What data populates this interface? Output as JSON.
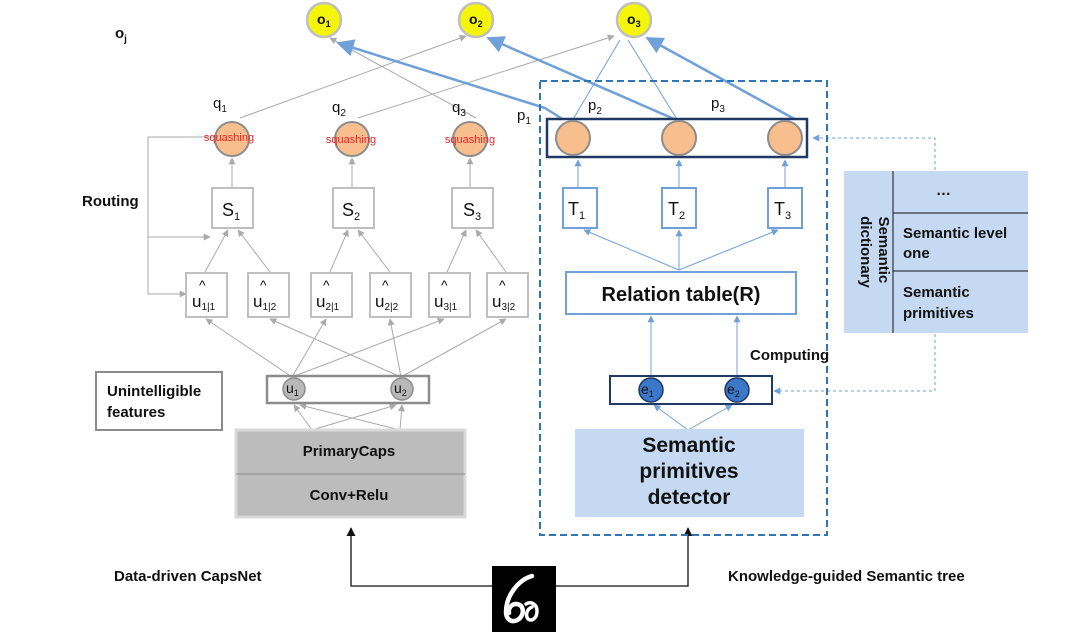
{
  "outputs": {
    "o_label": "o",
    "o_sub": "j",
    "nodes": [
      {
        "label": "o",
        "sub": "1"
      },
      {
        "label": "o",
        "sub": "2"
      },
      {
        "label": "o",
        "sub": "3"
      }
    ]
  },
  "capsnet": {
    "q": [
      {
        "label": "q",
        "sub": "1"
      },
      {
        "label": "q",
        "sub": "2"
      },
      {
        "label": "q",
        "sub": "3"
      }
    ],
    "squash": "squashing",
    "routing": "Routing",
    "s": [
      {
        "label": "S",
        "sub": "1"
      },
      {
        "label": "S",
        "sub": "2"
      },
      {
        "label": "S",
        "sub": "3"
      }
    ],
    "hat": "^",
    "u_hat": [
      {
        "label": "u",
        "sub": "1|1"
      },
      {
        "label": "u",
        "sub": "1|2"
      },
      {
        "label": "u",
        "sub": "2|1"
      },
      {
        "label": "u",
        "sub": "2|2"
      },
      {
        "label": "u",
        "sub": "3|1"
      },
      {
        "label": "u",
        "sub": "3|2"
      }
    ],
    "u": [
      {
        "label": "u",
        "sub": "1"
      },
      {
        "label": "u",
        "sub": "2"
      }
    ],
    "unintelligible": [
      "Unintelligible",
      "features"
    ],
    "primarycaps": "PrimaryCaps",
    "conv": "Conv+Relu",
    "caption": "Data-driven CapsNet"
  },
  "semtree": {
    "p": [
      {
        "label": "p",
        "sub": "1"
      },
      {
        "label": "p",
        "sub": "2"
      },
      {
        "label": "p",
        "sub": "3"
      }
    ],
    "t": [
      {
        "label": "T",
        "sub": "1"
      },
      {
        "label": "T",
        "sub": "2"
      },
      {
        "label": "T",
        "sub": "3"
      }
    ],
    "relation": "Relation table(R)",
    "computing": "Computing",
    "e": [
      {
        "label": "e",
        "sub": "1"
      },
      {
        "label": "e",
        "sub": "2"
      }
    ],
    "detector": [
      "Semantic",
      "primitives",
      "detector"
    ],
    "caption": "Knowledge-guided Semantic tree"
  },
  "dictionary": {
    "title": [
      "Semantic",
      "dictionary"
    ],
    "ellipsis": "…",
    "level": [
      "Semantic level",
      "one"
    ],
    "primitives": [
      "Semantic",
      "primitives"
    ]
  },
  "colors": {
    "output_node": "#f5f50a",
    "capsule_node": "#f9be8d",
    "grey_line": "#aaaaaa",
    "blue_line": "#6fa0d8",
    "blue_box": "#2e75b6",
    "light_blue_fill": "#c5daf2",
    "e_node": "#3b78c8",
    "squash_text": "#e8232a"
  }
}
